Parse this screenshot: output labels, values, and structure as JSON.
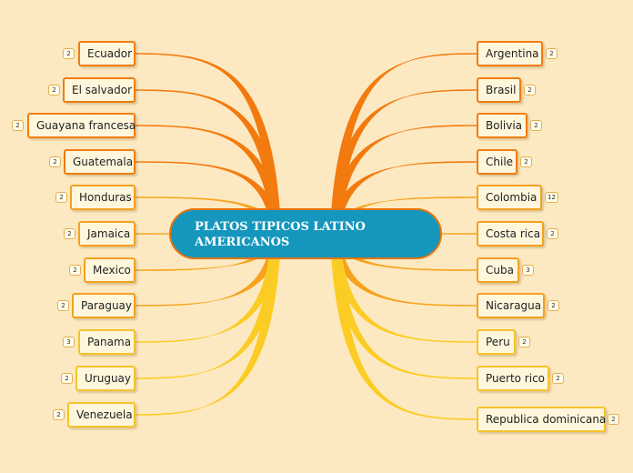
{
  "map": {
    "central_title": "PLATOS TIPICOS LATINO AMERICANOS",
    "left_nodes": [
      {
        "label": "Ecuador",
        "count": "2"
      },
      {
        "label": "El salvador",
        "count": "2"
      },
      {
        "label": "Guayana francesa",
        "count": "2"
      },
      {
        "label": "Guatemala",
        "count": "2"
      },
      {
        "label": "Honduras",
        "count": "2"
      },
      {
        "label": "Jamaica",
        "count": "2"
      },
      {
        "label": "Mexico",
        "count": "2"
      },
      {
        "label": "Paraguay",
        "count": "2"
      },
      {
        "label": "Panama",
        "count": "3"
      },
      {
        "label": "Uruguay",
        "count": "2"
      },
      {
        "label": "Venezuela",
        "count": "2"
      }
    ],
    "right_nodes": [
      {
        "label": "Argentina",
        "count": "2"
      },
      {
        "label": "Brasil",
        "count": "2"
      },
      {
        "label": "Bolivia",
        "count": "2"
      },
      {
        "label": "Chile",
        "count": "2"
      },
      {
        "label": "Colombia",
        "count": "12"
      },
      {
        "label": "Costa rica",
        "count": "2"
      },
      {
        "label": "Cuba",
        "count": "3"
      },
      {
        "label": "Nicaragua",
        "count": "2"
      },
      {
        "label": "Peru",
        "count": "2"
      },
      {
        "label": "Puerto rico",
        "count": "2"
      },
      {
        "label": "Republica dominicana",
        "count": "2"
      }
    ]
  },
  "colors": {
    "background": "#fde9c1",
    "central_fill": "#1596bd",
    "central_border": "#e8730c",
    "branch_top": "#f27a0f",
    "branch_mid": "#f7a21c",
    "branch_bottom": "#fbcc24"
  }
}
